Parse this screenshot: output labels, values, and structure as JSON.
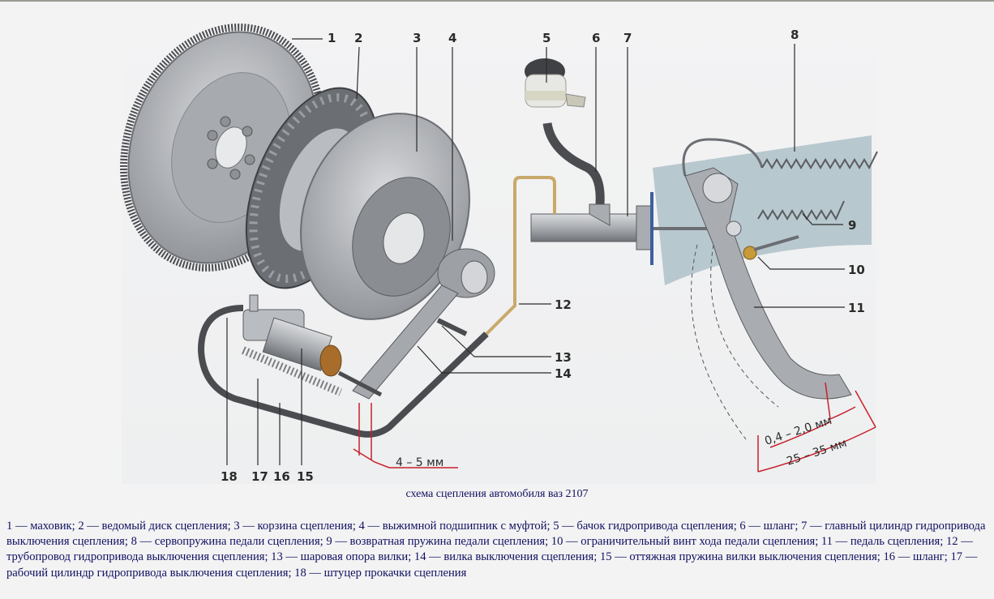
{
  "figure": {
    "callouts": [
      "1",
      "2",
      "3",
      "4",
      "5",
      "6",
      "7",
      "8",
      "9",
      "10",
      "11",
      "12",
      "13",
      "14",
      "15",
      "16",
      "17",
      "18"
    ],
    "dimensions": {
      "freeplay_fork": "4 – 5 мм",
      "pedal_freeplay": "0,4 – 2,0 мм",
      "pedal_full_travel": "25 – 35 мм"
    },
    "colors": {
      "metal": "#b9bcc0",
      "dark_metal": "#6b6e73",
      "hose": "#4a4c50",
      "brass_pipe": "#c9a96a",
      "dimension_line": "#c8202a",
      "panel": "#b8c8cf",
      "text": "#101060"
    }
  },
  "caption": "схема сцепления автомобиля ваз 2107",
  "legend": "1 — маховик; 2 — ведомый диск сцепления; 3 — корзина сцепления; 4 — выжимной подшипник с муфтой; 5 — бачок гидропривода сцепления; 6 — шланг; 7 — главный цилиндр гидропривода выключения сцепления; 8 — сервопружина педали сцепления; 9 — возвратная пружина педали сцепления; 10 — ограничительный винт хода педали сцепления; 11 — педаль сцепления; 12 — трубопровод гидропривода выключения сцепления; 13 — шаровая опора вилки; 14 — вилка выключения сцепления; 15 — оттяжная пружина вилки выключения сцепления; 16 — шланг; 17 — рабочий цилиндр гидропривода выключения сцепления; 18 — штуцер прокачки сцепления"
}
